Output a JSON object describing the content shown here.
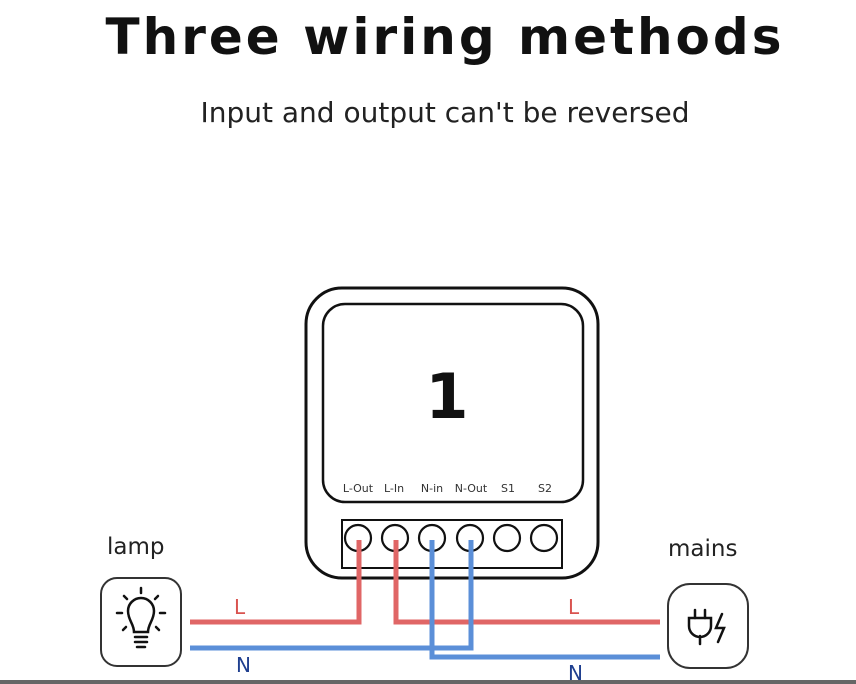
{
  "title": "Three wiring methods",
  "subtitle": "Input and output can't be reversed",
  "device": {
    "number": "1",
    "terminals": [
      "L-Out",
      "L-In",
      "N-in",
      "N-Out",
      "S1",
      "S2"
    ]
  },
  "lamp_label": "lamp",
  "mains_label": "mains",
  "wire_labels": {
    "left_l": "L",
    "left_n": "N",
    "right_l": "L",
    "right_n": "N"
  },
  "colors": {
    "live": "#e06666",
    "neutral": "#5b8fd8"
  }
}
